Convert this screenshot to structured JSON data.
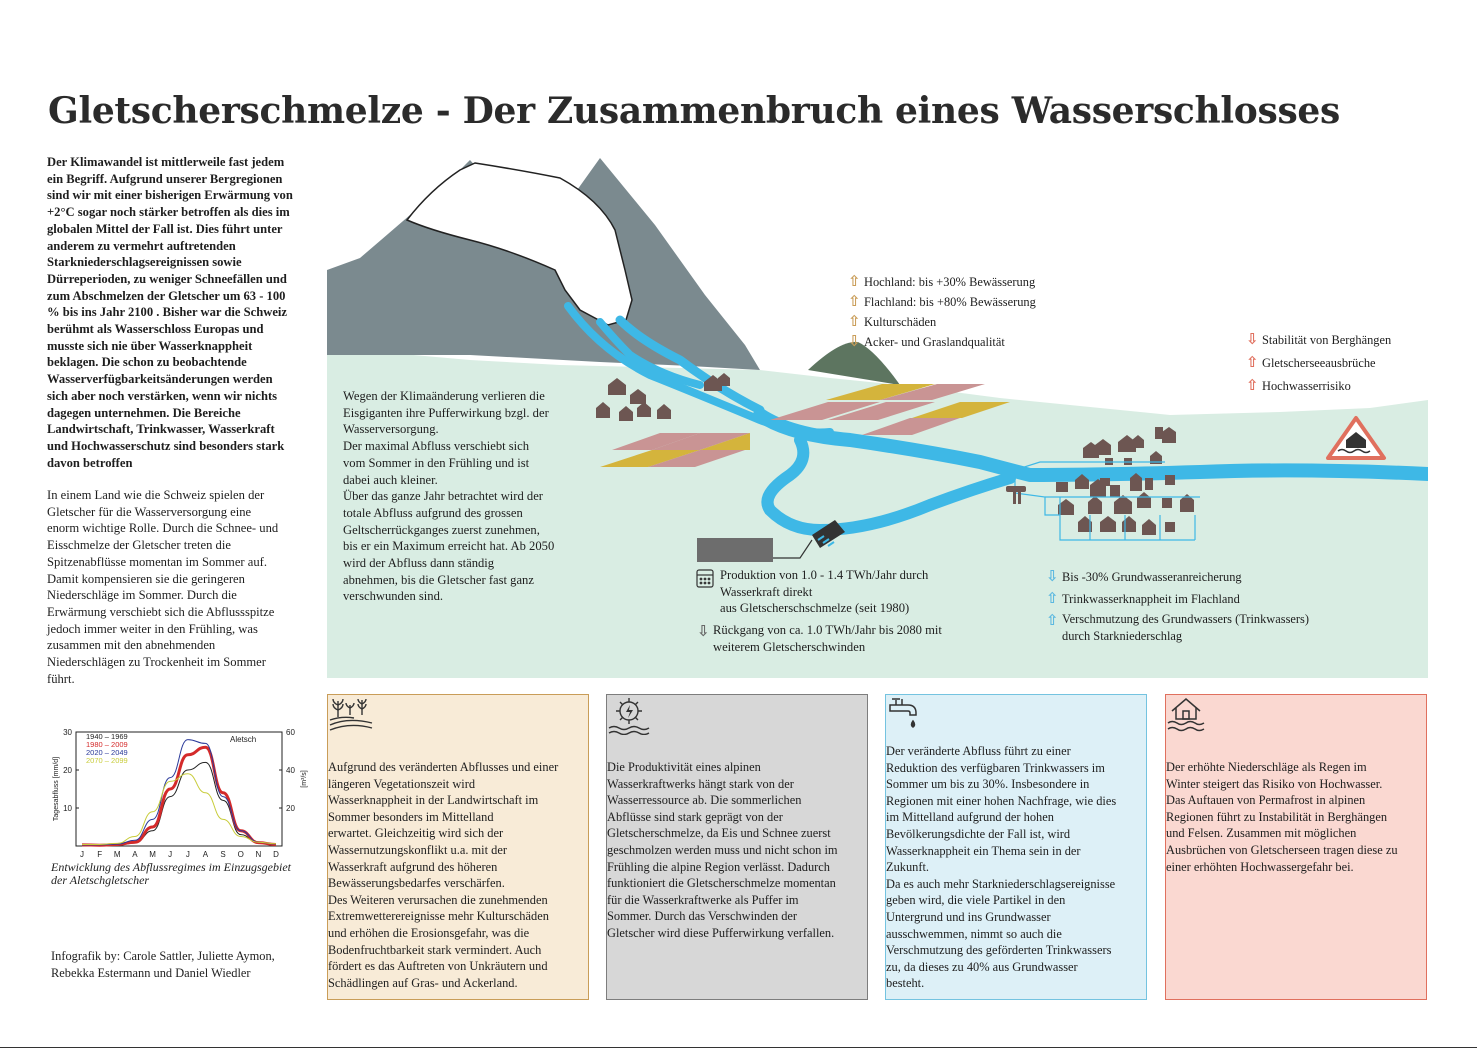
{
  "title": "Gletscherschmelze - Der Zusammenbruch eines Wasserschlosses",
  "intro": {
    "paragraph1": "Der Klimawandel ist mittlerweile fast jedem\nein Begriff. Aufgrund unserer Bergregionen\nsind wir mit einer bisherigen Erwärmung von\n+2°C sogar noch stärker betroffen als dies im\nglobalen Mittel der Fall ist. Dies führt unter\nanderem zu vermehrt auftretenden\nStarkniederschlagsereignissen sowie\nDürreperioden, zu weniger Schneefällen und\nzum Abschmelzen der Gletscher um 63 - 100\n% bis ins Jahr 2100 . Bisher war die Schweiz\nberühmt als Wasserschloss Europas und\nmusste sich nie über Wasserknappheit\nbeklagen. Die schon zu beobachtende\nWasserverfügbarkeitsänderungen werden\nsich aber noch verstärken, wenn wir nichts\ndagegen unternehmen. Die Bereiche\nLandwirtschaft, Trinkwasser, Wasserkraft\nund Hochwasserschutz sind besonders stark\ndavon betroffen",
    "paragraph2": "In einem Land wie die Schweiz spielen der\nGletscher für die Wasserversorgung eine\nenorm wichtige Rolle. Durch die Schnee- und\nEisschmelze der Gletscher treten die\nSpitzenabflüsse momentan im Sommer auf.\nDamit kompensieren sie die geringeren\nNiederschläge im Sommer. Durch die\nErwärmung verschiebt sich die Abflussspitze\njedoch immer weiter in den Frühling, was\nzusammen mit den abnehmenden\nNiederschlägen zu Trockenheit im Sommer\nführt."
  },
  "scene": {
    "climate_text": "Wegen der Klimaänderung verlieren die\nEisgiganten ihre Pufferwirkung bzgl. der\nWasserversorgung.\nDer maximal Abfluss verschiebt sich\nvom Sommer in den Frühling und ist\ndabei auch kleiner.\nÜber das ganze Jahr betrachtet wird der\ntotale Abfluss aufgrund des grossen\nGeltscherrückganges zuerst zunehmen,\nbis er ein Maximum erreicht hat. Ab 2050\nwird der Abfluss dann ständig\nabnehmen, bis die Gletscher fast ganz\nverschwunden sind.",
    "agriculture_legend": [
      {
        "direction": "up",
        "color": "#c99d58",
        "label": "Hochland: bis +30% Bewässerung"
      },
      {
        "direction": "up",
        "color": "#c99d58",
        "label": "Flachland: bis +80% Bewässerung"
      },
      {
        "direction": "up",
        "color": "#c99d58",
        "label": "Kulturschäden"
      },
      {
        "direction": "down",
        "color": "#c99d58",
        "label": "Acker- und Graslandqualität"
      }
    ],
    "hazard_legend": [
      {
        "direction": "down",
        "color": "#e0705e",
        "label": "Stabilität von Berghängen"
      },
      {
        "direction": "up",
        "color": "#e0705e",
        "label": "Gletscherseeausbrüche"
      },
      {
        "direction": "up",
        "color": "#e0705e",
        "label": "Hochwasserrisiko"
      }
    ],
    "hydro_legend": {
      "production": "Produktion von 1.0 - 1.4 TWh/Jahr durch\nWasserkraft direkt\naus Gletscherschschmelze (seit 1980)",
      "decline": "Rückgang von ca. 1.0 TWh/Jahr bis 2080 mit\nweiterem Gletscherschwinden",
      "arrow_color": "#666666"
    },
    "water_legend": [
      {
        "direction": "down",
        "color": "#5bb8e0",
        "label": "Bis -30%  Grundwasseranreicherung"
      },
      {
        "direction": "up",
        "color": "#5bb8e0",
        "label": "Trinkwasserknappheit im Flachland"
      },
      {
        "direction": "up",
        "color": "#5bb8e0",
        "label": "Verschmutzung des Grundwassers (Trinkwassers)\ndurch Starkniederschlag"
      }
    ],
    "colors": {
      "valley": "#d9ede3",
      "river": "#3eb8e6",
      "mountain": "#7b8a8f",
      "hill": "#5d7560",
      "house": "#6d5652",
      "field_yellow": "#d4b43c",
      "field_pink": "#c99494"
    }
  },
  "boxes": [
    {
      "id": "agriculture",
      "icon": "agriculture-icon",
      "text": "Aufgrund des veränderten Abflusses und einer\nlängeren Vegetationszeit wird\nWasserknappheit in der Landwirtschaft im\nSommer besonders im Mittelland\nerwartet. Gleichzeitig wird sich der\nWassernutzungskonflikt u.a. mit der\nWasserkraft aufgrund des höheren\nBewässerungsbedarfes verschärfen.\nDes Weiteren verursachen die zunehmenden\nExtremwetterereignisse mehr Kulturschäden\nund erhöhen die Erosionsgefahr, was die\nBodenfruchtbarkeit stark vermindert. Auch\nfördert es das Auftreten von Unkräutern und\nSchädlingen auf Gras- und Ackerland."
    },
    {
      "id": "hydropower",
      "icon": "hydropower-gear-icon",
      "text": "Die Produktivität eines alpinen\nWasserkraftwerks hängt stark von der\nWasserressource ab. Die sommerlichen\nAbflüsse sind stark geprägt von der\nGletscherschmelze, da Eis und Schnee zuerst\ngeschmolzen werden muss und nicht schon im\nFrühling die alpine Region verlässt. Dadurch\nfunktioniert die Gletscherschmelze momentan\nfür die Wasserkraftwerke als Puffer im\nSommer. Durch das Verschwinden der\nGletscher wird diese Pufferwirkung verfallen."
    },
    {
      "id": "drinking-water",
      "icon": "water-tap-icon",
      "text": "Der veränderte Abfluss führt zu einer\nReduktion des verfügbaren Trinkwassers im\nSommer um bis zu 30%. Insbesondere in\nRegionen mit einer hohen Nachfrage, wie dies\nim Mittelland aufgrund der hohen\nBevölkerungsdichte der Fall ist, wird\nWasserknappheit ein Thema sein in der\nZukunft.\nDa es auch mehr Starkniederschlagsereignisse\ngeben wird, die viele Partikel in den\nUntergrund und ins Grundwasser\nausschwemmen, nimmt so auch die\nVerschmutzung des geförderten Trinkwassers\nzu, da dieses zu 40% aus Grundwasser\nbesteht."
    },
    {
      "id": "flood",
      "icon": "flooded-house-icon",
      "text": "Der erhöhte Niederschläge als Regen im\nWinter steigert das Risiko von  Hochwasser.\nDas Auftauen von Permafrost in alpinen\nRegionen führt zu Instabilität in Berghängen\nund Felsen. Zusammen mit möglichen\nAusbrüchen von Gletscherseen tragen diese zu\neiner erhöhten Hochwassergefahr bei."
    }
  ],
  "chart_data": {
    "type": "line",
    "title": "Aletsch",
    "x": [
      "J",
      "F",
      "M",
      "A",
      "M",
      "J",
      "J",
      "A",
      "S",
      "O",
      "N",
      "D"
    ],
    "ylabel": "Tagesabfluss [mm/d]",
    "ylabel_right": "[m³/s]",
    "ylim": [
      0,
      30
    ],
    "yticks": [
      10,
      20,
      30
    ],
    "yticks_right": [
      20,
      40,
      60
    ],
    "series": [
      {
        "name": "1940 – 1969",
        "color": "#222222",
        "values": [
          0.3,
          0.2,
          0.3,
          0.8,
          4,
          13,
          20,
          22,
          12,
          3,
          0.8,
          0.4
        ]
      },
      {
        "name": "1980 – 2009",
        "color": "#d42a2a",
        "values": [
          0.3,
          0.2,
          0.4,
          1,
          5,
          15,
          24,
          26,
          14,
          4,
          0.9,
          0.4
        ]
      },
      {
        "name": "2020 – 2049",
        "color": "#2b3a9a",
        "values": [
          0.3,
          0.3,
          0.5,
          1.5,
          7,
          18,
          28,
          27,
          13,
          4,
          1,
          0.5
        ]
      },
      {
        "name": "2070 – 2099",
        "color": "#c8cc3a",
        "values": [
          0.4,
          0.4,
          0.7,
          2.5,
          9,
          17,
          19,
          14,
          7,
          2.5,
          1,
          0.6
        ]
      }
    ]
  },
  "chart_caption": "Entwicklung des Abflussregimes im Einzugsgebiet\nder Aletschgletscher",
  "credits": "Infografik by: Carole Sattler, Juliette Aymon,\nRebekka Estermann und Daniel Wiedler"
}
